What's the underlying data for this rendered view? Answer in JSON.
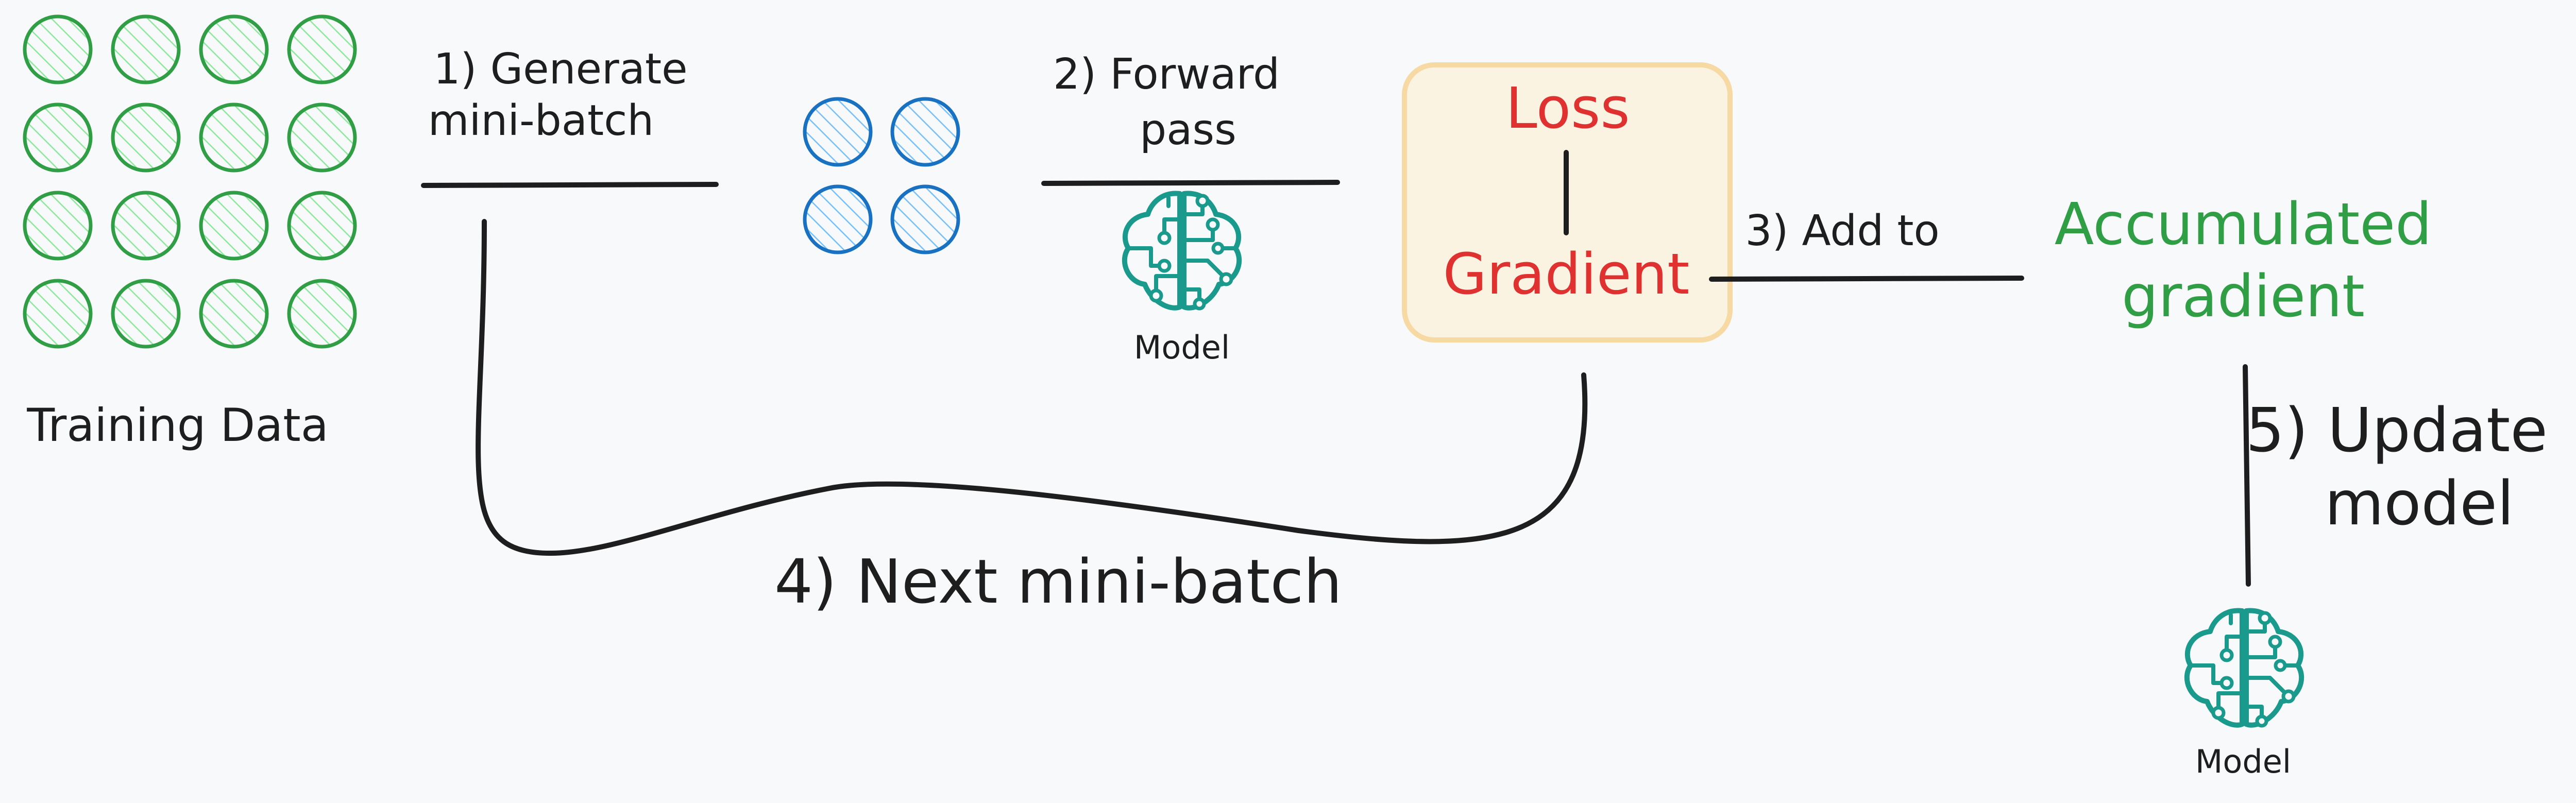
{
  "labels": {
    "training_data": "Training Data",
    "step1_line1": "1) Generate",
    "step1_line2": "mini-batch",
    "step2_line1": "2) Forward",
    "step2_line2": "pass",
    "model_top": "Model",
    "loss": "Loss",
    "gradient": "Gradient",
    "step3": "3) Add to",
    "accumulated_line1": "Accumulated",
    "accumulated_line2": "gradient",
    "step4": "4) Next mini-batch",
    "step5_line1": "5) Update",
    "step5_line2": "model",
    "model_bottom": "Model"
  },
  "icons": {
    "model_top": "brain-circuit-icon",
    "model_bottom": "brain-circuit-icon"
  },
  "colors": {
    "background": "#f8f9fb",
    "ink": "#1e1e1e",
    "training_stroke": "#2f9e44",
    "training_hatch": "#8ce99a",
    "batch_stroke": "#1971c2",
    "batch_hatch": "#74c0fc",
    "loss_text": "#e03131",
    "box_fill": "#fbf3e2",
    "box_stroke": "#f6d9a3",
    "accumulated_text": "#2f9e44",
    "model_icon": "#1a9a8c"
  }
}
